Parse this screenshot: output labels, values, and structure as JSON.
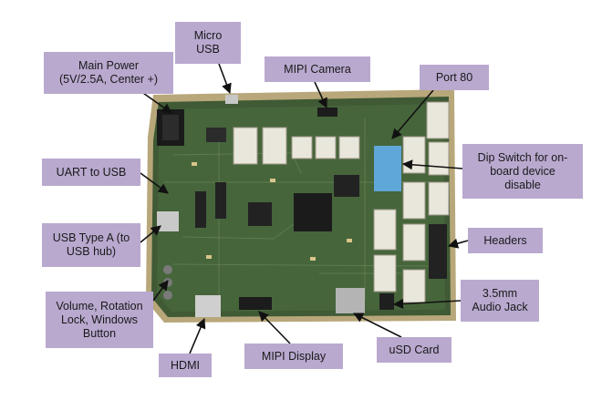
{
  "callouts": {
    "main_power": "Main Power\n(5V/2.5A, Center +)",
    "micro_usb": "Micro\nUSB",
    "mipi_camera": "MIPI Camera",
    "port_80": "Port 80",
    "dip_switch": "Dip Switch for on-\nboard    device\ndisable",
    "uart_to_usb": "UART to USB",
    "usb_type_a": "USB Type A (to\nUSB hub)",
    "headers": "Headers",
    "audio_jack": "3.5mm\nAudio Jack",
    "volume_buttons": "Volume, Rotation\nLock, Windows\nButton",
    "hdmi": "HDMI",
    "mipi_display": "MIPI Display",
    "usd_card": "uSD Card"
  },
  "colors": {
    "callout_fill": "#b9a9cf",
    "arrow": "#111111",
    "pcb_green": "#3f5a35",
    "pcb_edge": "#b8a77a"
  }
}
